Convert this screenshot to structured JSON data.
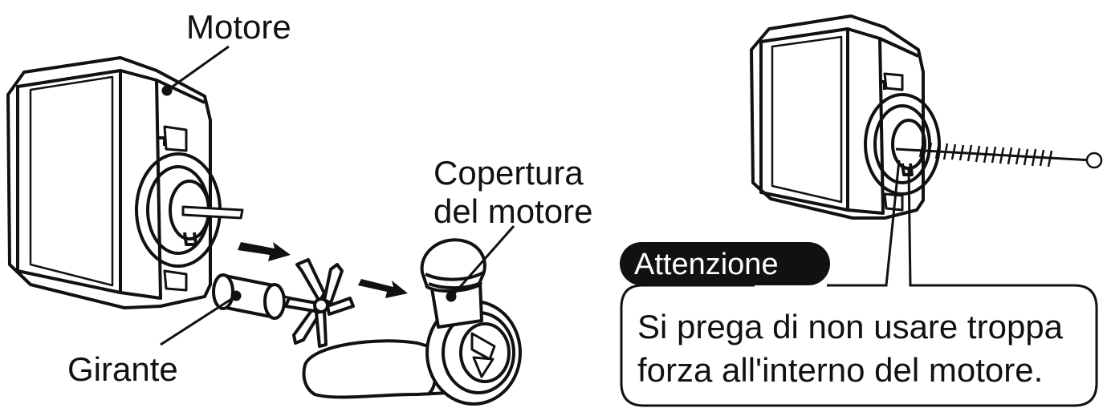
{
  "left_diagram": {
    "motor_label": "Motore",
    "cover_label_line1": "Copertura",
    "cover_label_line2": "del motore",
    "impeller_label": "Girante"
  },
  "right_diagram": {
    "attention_badge": "Attenzione",
    "note_line1": "Si prega di non usare troppa",
    "note_line2": "forza all'interno del motore."
  },
  "colors": {
    "line": "#111111",
    "background": "#ffffff",
    "badge_bg": "#111111",
    "badge_text": "#ffffff"
  }
}
